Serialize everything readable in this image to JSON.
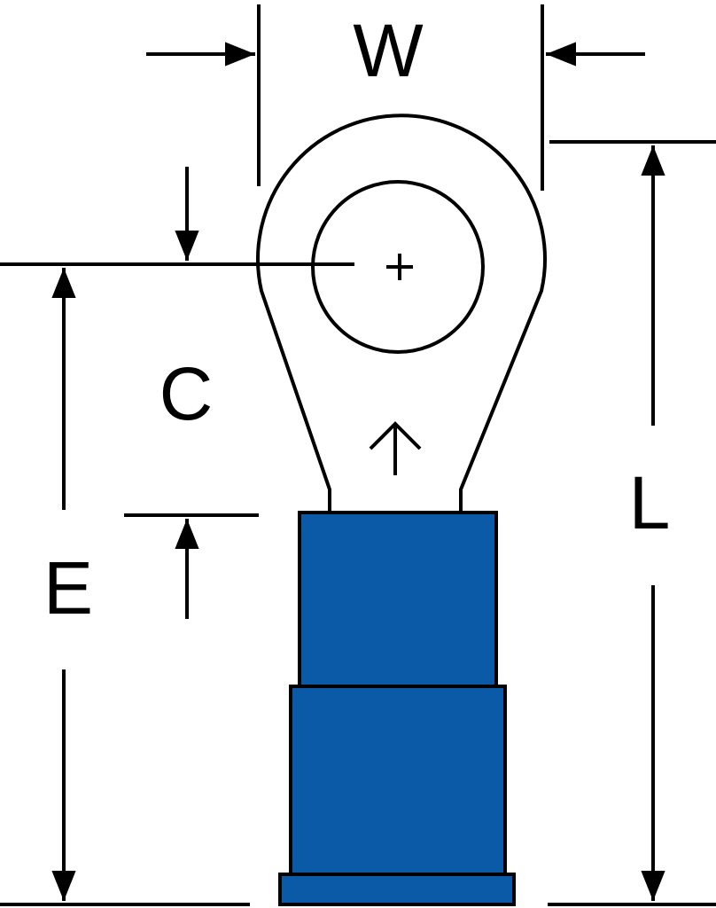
{
  "diagram": {
    "labels": {
      "width": "W",
      "center": "C",
      "edge": "E",
      "length": "L"
    },
    "colors": {
      "outline": "#000000",
      "insulation": "#0b5aa8",
      "background": "#ffffff"
    },
    "icons": {
      "center_mark": "plus-icon",
      "arrows": "arrow-icon"
    }
  }
}
